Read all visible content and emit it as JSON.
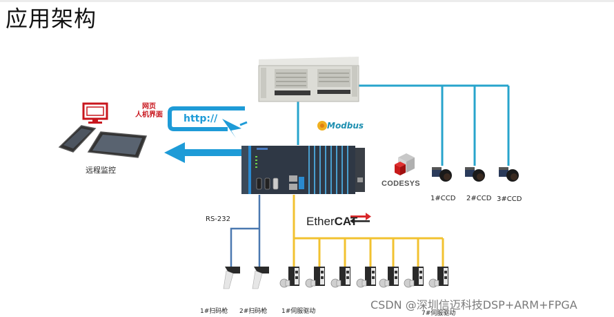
{
  "page_title": "应用架构",
  "remote": {
    "hmi_label_line1": "网页",
    "hmi_label_line2": "人机界面",
    "http_text": "http://",
    "remote_monitor_label": "远程监控"
  },
  "protocols": {
    "modbus": "Modbus",
    "codesys": "CODESYS",
    "ethercat_prefix": "Ether",
    "ethercat_suffix": "CAT",
    "rs232": "RS-232"
  },
  "cameras": [
    {
      "label": "1#CCD"
    },
    {
      "label": "2#CCD"
    },
    {
      "label": "3#CCD"
    }
  ],
  "scanners": [
    {
      "label": "1#扫码枪"
    },
    {
      "label": "2#扫码枪"
    }
  ],
  "servo_drives": {
    "count": 7,
    "first_label": "1#伺服驱动",
    "last_label": "7#伺服驱动"
  },
  "watermark": "CSDN @深圳信迈科技DSP+ARM+FPGA",
  "colors": {
    "cyan_line": "#27a4cc",
    "blue_arrow": "#1e9bd7",
    "rs232_line": "#4a78b0",
    "ethercat_line": "#f2c230",
    "hmi_red": "#c8161d"
  }
}
